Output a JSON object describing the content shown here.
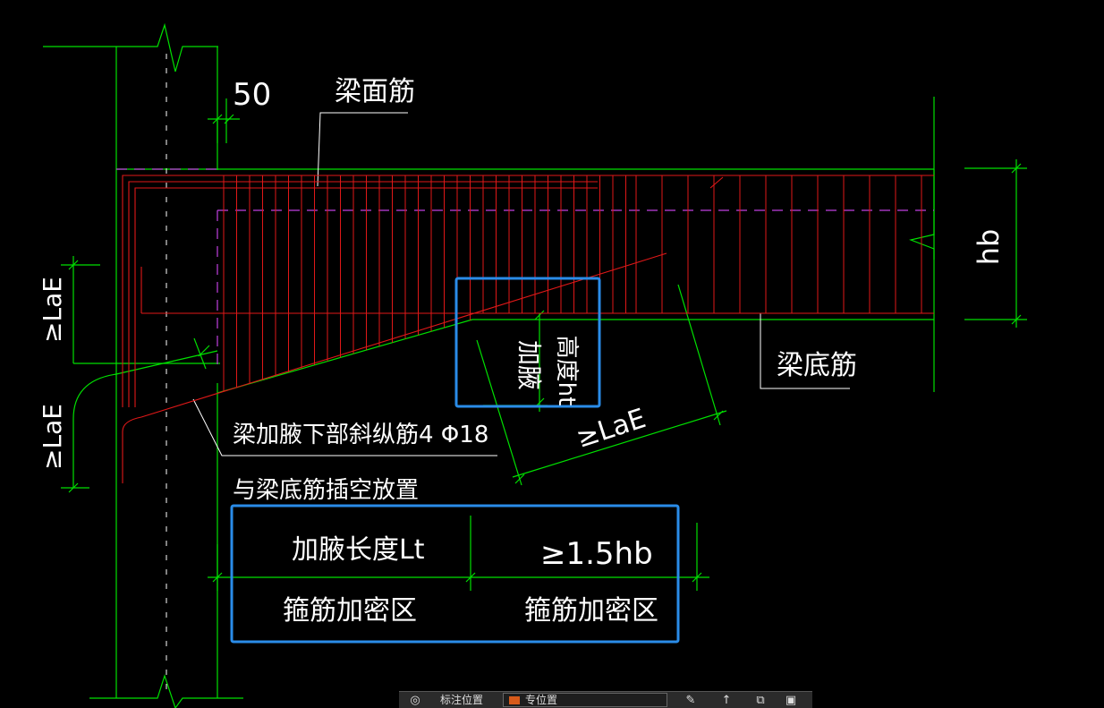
{
  "colors": {
    "background": "#000000",
    "concrete_outline": "#00e000",
    "rebar": "#e01818",
    "centerline": "#c040e0",
    "text": "#ffffff",
    "highlight_box": "#2a8ce8"
  },
  "labels": {
    "dim_50": "50",
    "beam_top_bar": "梁面筋",
    "beam_bottom_bar": "梁底筋",
    "hb": "hb",
    "lae_upper": "≥LaE",
    "lae_lower": "≥LaE",
    "lae_diagonal": "≥LaE",
    "haunch_height_v1": "加腋",
    "haunch_height_v2": "高度ht",
    "diagonal_bar_note_1": "梁加腋下部斜纵筋4 Φ18",
    "diagonal_bar_note_2": "与梁底筋插空放置",
    "haunch_length": "加腋长度Lt",
    "min_15hb": "≥1.5hb",
    "stirrup_zone_left": "箍筋加密区",
    "stirrup_zone_right": "箍筋加密区"
  },
  "toolbar": {
    "left_label": "标注位置",
    "selected_value": "专位置",
    "icons": [
      "layers-icon",
      "edit-icon",
      "arrow-up-icon",
      "copy-icon",
      "save-icon"
    ]
  }
}
